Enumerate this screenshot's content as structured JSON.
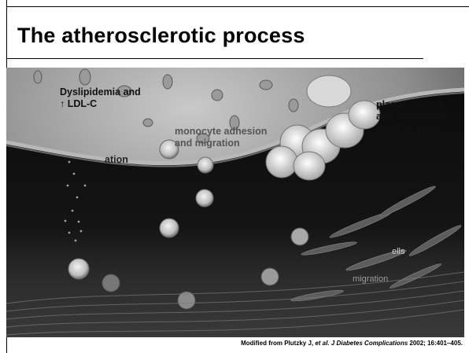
{
  "title": "The atherosclerotic process",
  "figure": {
    "labels": {
      "dyslipidemia_line1": "Dyslipidemia and",
      "dyslipidemia_line2": "↑ LDL-C",
      "monocyte_line1": "monocyte adhesion",
      "monocyte_line2": "and migration",
      "plaque_line1": "plaque rupture",
      "plaque_line2": "and thrombosis",
      "plaque_line3": "(MMP-9, PAI-1)",
      "fragment_oxidation": "ation",
      "fragment_smc": "ells",
      "fragment_migration": "migration"
    }
  },
  "citation": {
    "prefix": "Modified from Plutzky J, ",
    "italic": "et al. J Diabetes Complications",
    "suffix": " 2002; 16:401–405."
  }
}
